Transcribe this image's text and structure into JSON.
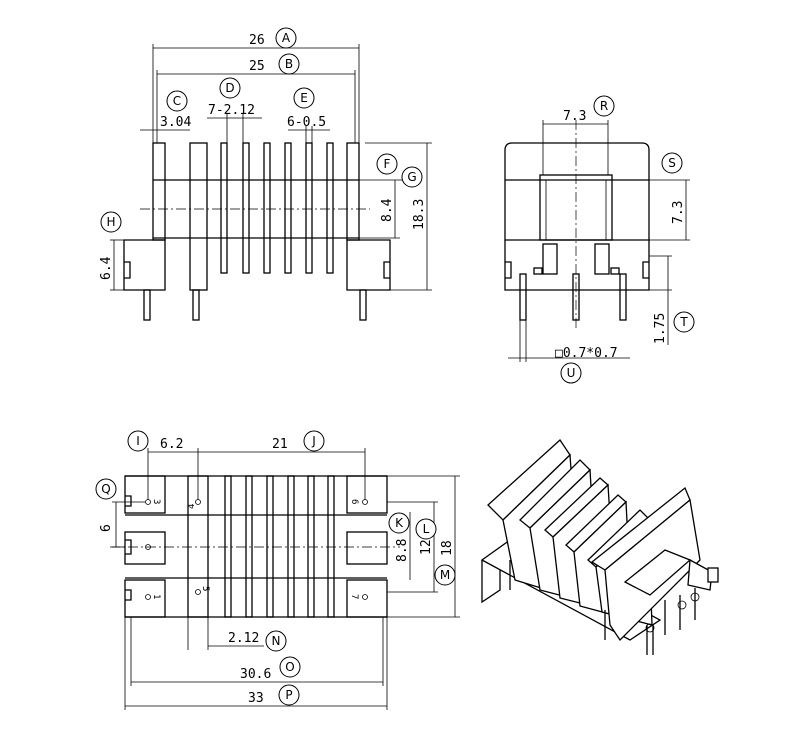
{
  "dims": {
    "A": "26",
    "B": "25",
    "C": "3.04",
    "D": "7-2.12",
    "E": "6-0.5",
    "F": "8.4",
    "G": "18.3",
    "H": "6.4",
    "R": "7.3",
    "S": "7.3",
    "T": "1.75",
    "U": "□0.7*0.7",
    "I": "6.2",
    "J": "21",
    "Q": "6",
    "K": "8.8",
    "L": "12",
    "M": "18",
    "N": "2.12",
    "O": "30.6",
    "P": "33"
  },
  "letters": [
    "A",
    "B",
    "C",
    "D",
    "E",
    "F",
    "G",
    "H",
    "R",
    "S",
    "T",
    "U",
    "I",
    "J",
    "Q",
    "K",
    "L",
    "M",
    "N",
    "O",
    "P"
  ],
  "pins": [
    "1",
    "2",
    "3",
    "4",
    "5",
    "6",
    "7"
  ]
}
